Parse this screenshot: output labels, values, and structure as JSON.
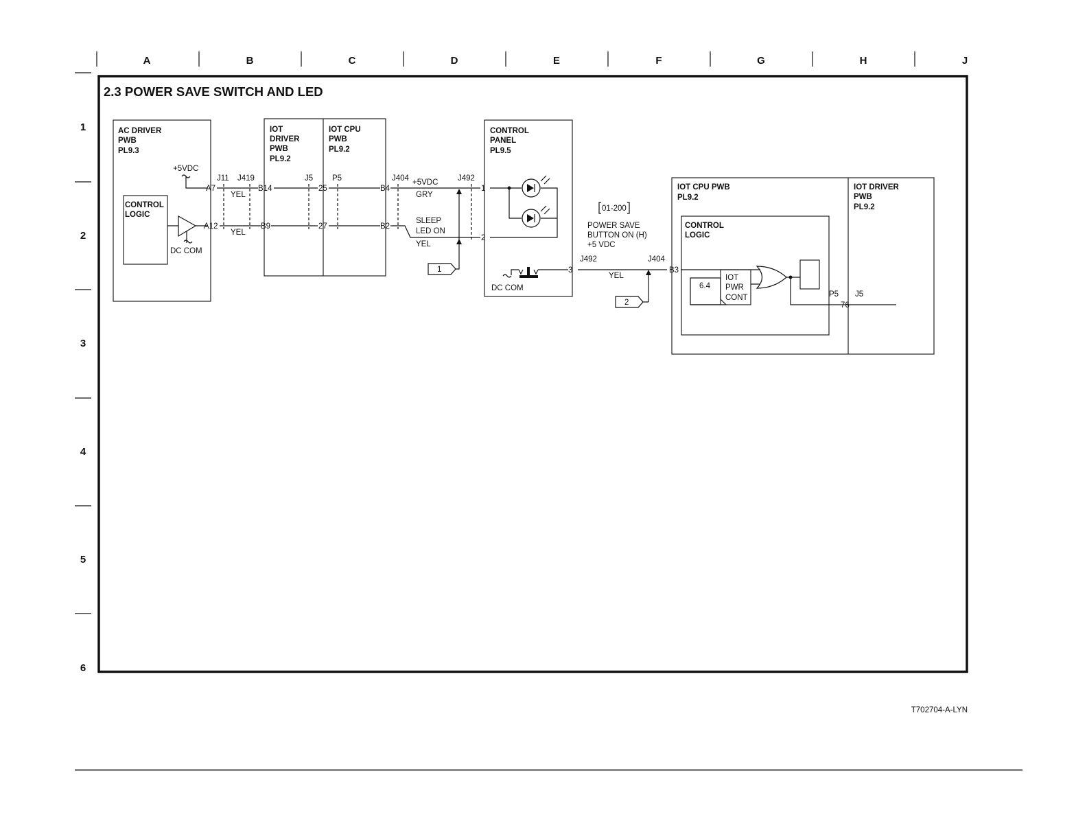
{
  "grid": {
    "columns": [
      "A",
      "B",
      "C",
      "D",
      "E",
      "F",
      "G",
      "H",
      "J"
    ],
    "rows": [
      "1",
      "2",
      "3",
      "4",
      "5",
      "6"
    ]
  },
  "title": "2.3 POWER SAVE SWITCH AND LED",
  "footer_code": "T702704-A-LYN",
  "blocks": {
    "ac_driver": [
      "AC DRIVER",
      "PWB",
      "PL9.3"
    ],
    "ac_logic": [
      "CONTROL",
      "LOGIC"
    ],
    "iot_driver": [
      "IOT",
      "DRIVER",
      "PWB",
      "PL9.2"
    ],
    "iot_cpu": [
      "IOT CPU",
      "PWB",
      "PL9.2"
    ],
    "control_panel": [
      "CONTROL",
      "PANEL",
      "PL9.5"
    ],
    "iot_cpu_right": [
      "IOT CPU PWB",
      "PL9.2"
    ],
    "iot_driver_right": [
      "IOT DRIVER",
      "PWB",
      "PL9.2"
    ],
    "cpu_logic": [
      "CONTROL",
      "LOGIC"
    ]
  },
  "labels": {
    "plus5vdc": "+5VDC",
    "dc_com": "DC COM",
    "dc_com_panel": "DC COM",
    "j11": "J11",
    "j419": "J419",
    "j5": "J5",
    "p5": "P5",
    "j404_top": "J404",
    "j492_top": "J492",
    "a7": "A7",
    "a12": "A12",
    "b14": "B14",
    "b9": "B9",
    "pin25": "25",
    "pin27": "27",
    "b4": "B4",
    "b2": "B2",
    "yel1": "YEL",
    "yel2": "YEL",
    "plus5vdc_wire": "+5VDC",
    "gry": "GRY",
    "sleep_led": [
      "SLEEP",
      "LED ON"
    ],
    "yel3": "YEL",
    "pin1": "1",
    "pin2": "2",
    "pin3": "3",
    "ref1": "1",
    "ref2": "2",
    "j492_bot": "J492",
    "j404_bot": "J404",
    "b3": "B3",
    "yel4": "YEL",
    "chain_ref": "01-200",
    "power_save_note": [
      "POWER SAVE",
      "BUTTON ON (H)",
      "+5 VDC"
    ],
    "ref64": "6.4",
    "iot_pwr_cont": [
      "IOT",
      "PWR",
      "CONT"
    ],
    "p5_right": "P5",
    "j5_right": "J5",
    "pin76": "76"
  }
}
